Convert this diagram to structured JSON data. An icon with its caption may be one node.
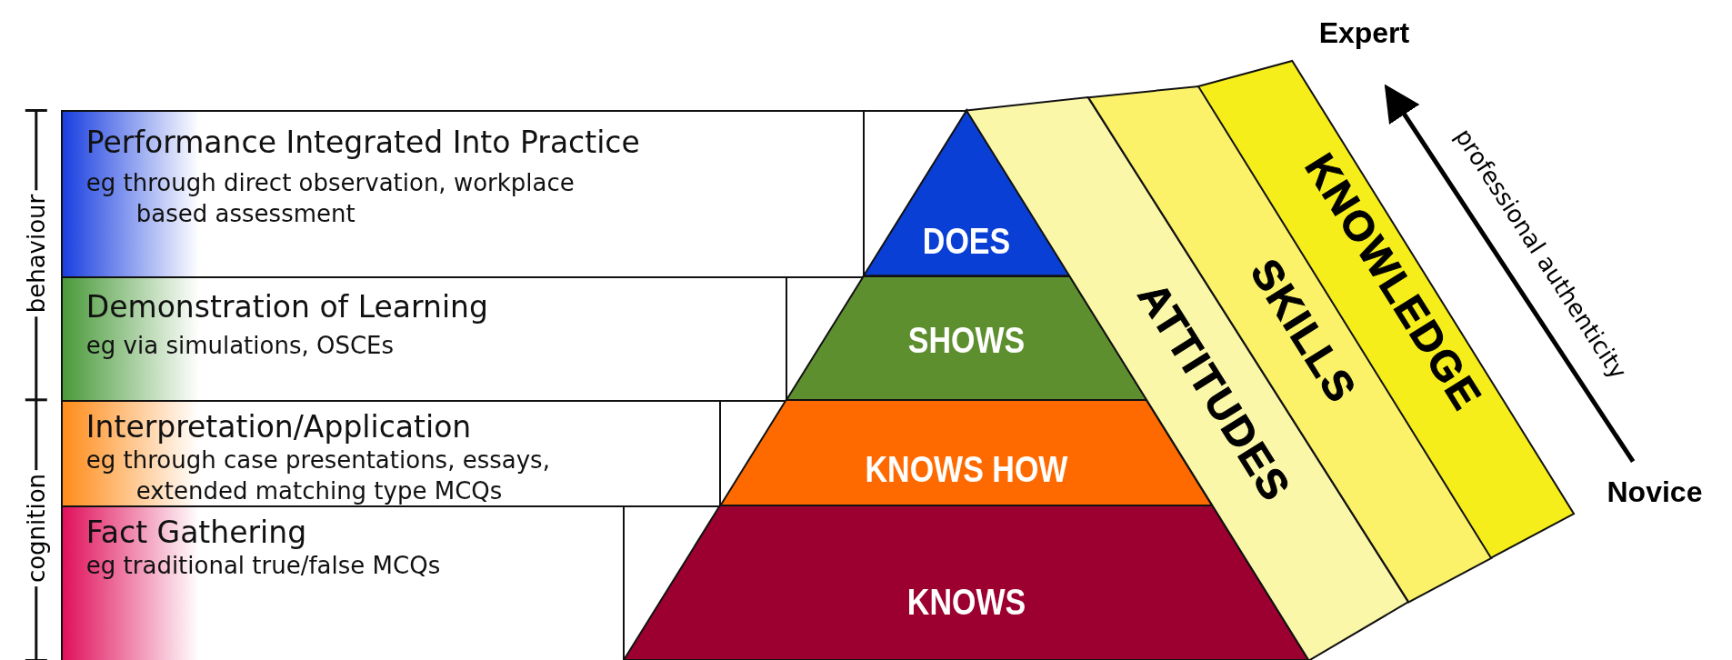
{
  "diagram": {
    "nodes": [
      {
        "text": [
          "Performance Integrated Into Practice",
          "eg through direct observation, workplace based assessment"
        ]
      },
      {
        "text": [
          "Demonstration of Learning",
          "eg via simulations, OSCEs"
        ]
      },
      {
        "text": [
          "Interpretation/Application",
          "eg through case presentations, essays, extended matching type MCQs"
        ]
      },
      {
        "text": [
          "Fact Gathering",
          "eg traditional true/false MCQs"
        ]
      },
      {
        "text": [
          "DOES"
        ]
      },
      {
        "text": [
          "SHOWS"
        ]
      },
      {
        "text": [
          "KNOWS HOW"
        ]
      },
      {
        "text": [
          "KNOWS"
        ]
      },
      {
        "text": [
          "ATTITUDES"
        ]
      },
      {
        "text": [
          "SKILLS"
        ]
      },
      {
        "text": [
          "KNOWLEDGE"
        ]
      }
    ],
    "edges": [],
    "labels": [
      "behaviour",
      "cognition",
      "Expert",
      "professional authenticity",
      "Novice"
    ]
  }
}
